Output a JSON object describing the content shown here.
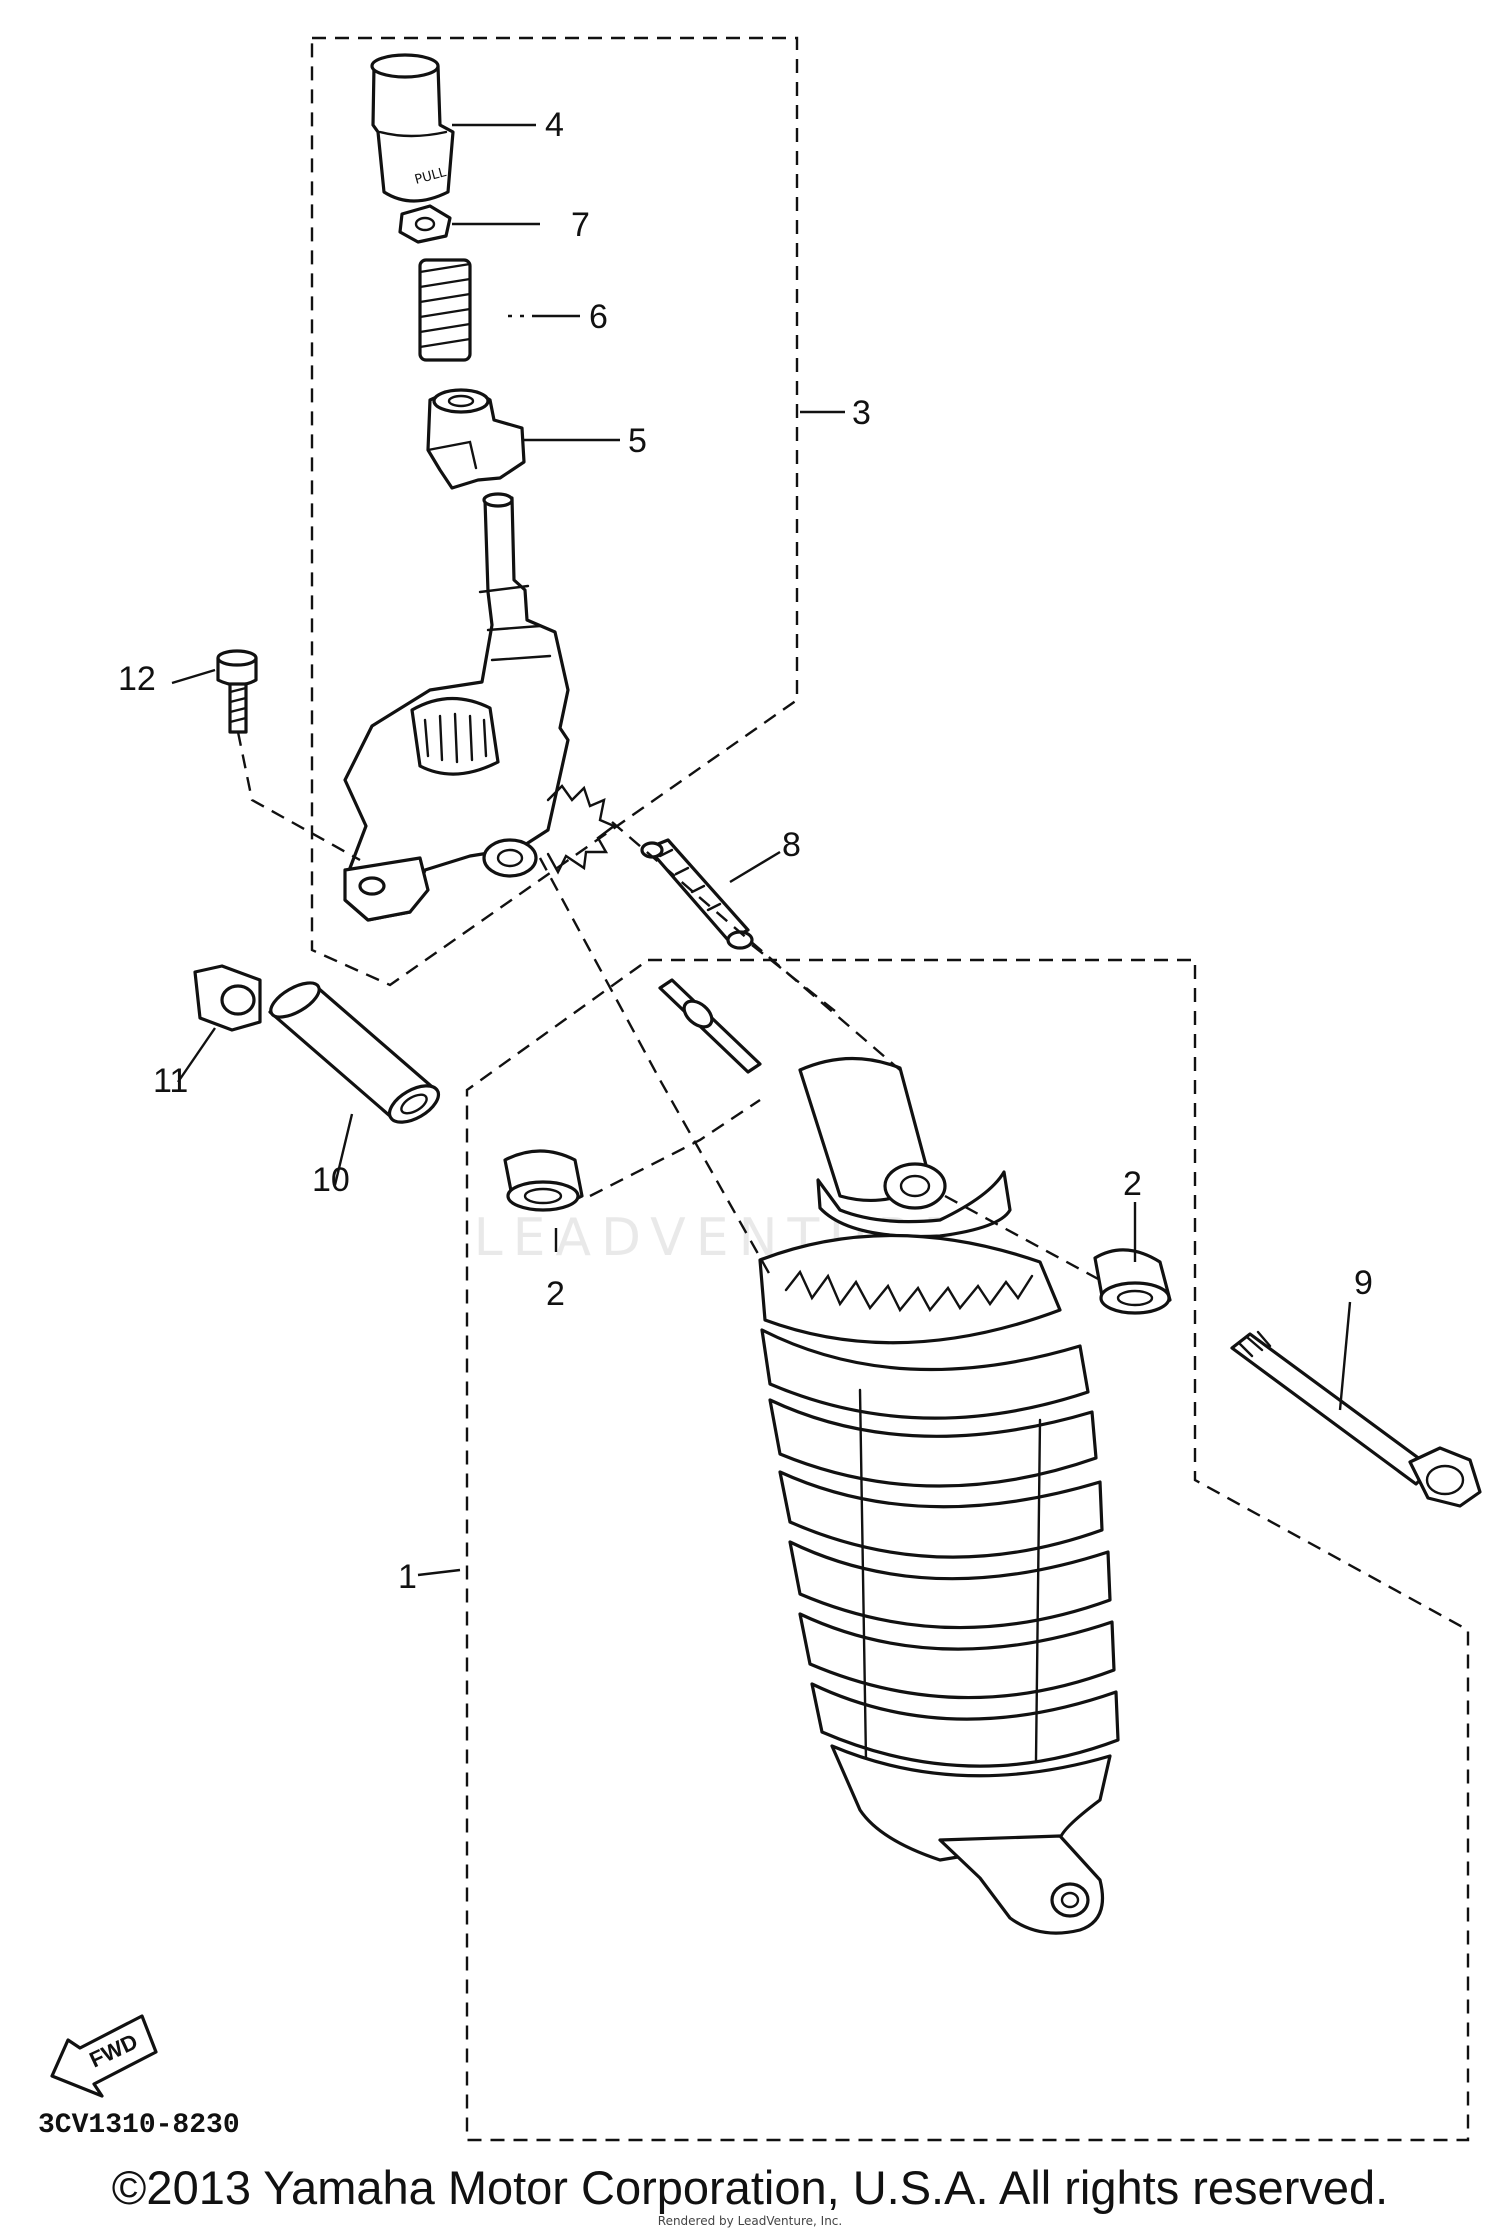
{
  "callouts": {
    "c1": "1",
    "c2a": "2",
    "c2b": "2",
    "c3": "3",
    "c4": "4",
    "c5": "5",
    "c6": "6",
    "c7": "7",
    "c8": "8",
    "c9": "9",
    "c10": "10",
    "c11": "11",
    "c12": "12"
  },
  "diagram_code": "3CV1310-8230",
  "fwd_arrow_label": "FWD",
  "cap_text": "PULL",
  "watermark": "LEADVENTURE",
  "copyright": "©2013 Yamaha Motor Corporation, U.S.A. All rights reserved.",
  "renderer_credit": "Rendered by LeadVenture, Inc."
}
